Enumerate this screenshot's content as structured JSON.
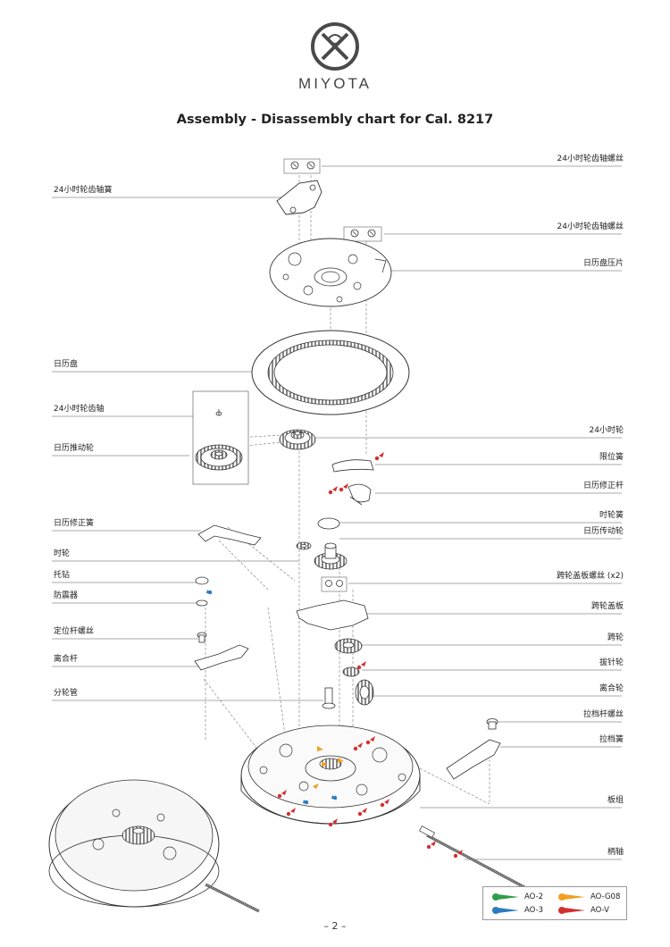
{
  "header": {
    "brand": "MIYOTA",
    "title": "Assembly - Disassembly chart for Cal. 8217",
    "page_number": "– 2 –"
  },
  "labels_left": [
    "24小时轮齿轴簧",
    "日历盘",
    "24小时轮齿轴",
    "日历推动轮",
    "日历修正簧",
    "时轮",
    "托钻",
    "防震器",
    "定位杆螺丝",
    "离合杆",
    "分轮管"
  ],
  "labels_right": [
    "24小时轮齿轴螺丝",
    "24小时轮齿轴螺丝",
    "日历盘压片",
    "24小时轮",
    "限位簧",
    "日历修正杆",
    "时轮簧",
    "日历传动轮",
    "跨轮盖板螺丝 (x2)",
    "跨轮盖板",
    "跨轮",
    "拔针轮",
    "离合轮",
    "拉档杆螺丝",
    "拉档簧",
    "板组",
    "柄轴"
  ],
  "legend": {
    "items": [
      {
        "label": "AO-2",
        "color": "#2e9e4a"
      },
      {
        "label": "AO-G08",
        "color": "#f0a020"
      },
      {
        "label": "AO-3",
        "color": "#2a7bc0"
      },
      {
        "label": "AO-V",
        "color": "#d23030"
      }
    ]
  }
}
